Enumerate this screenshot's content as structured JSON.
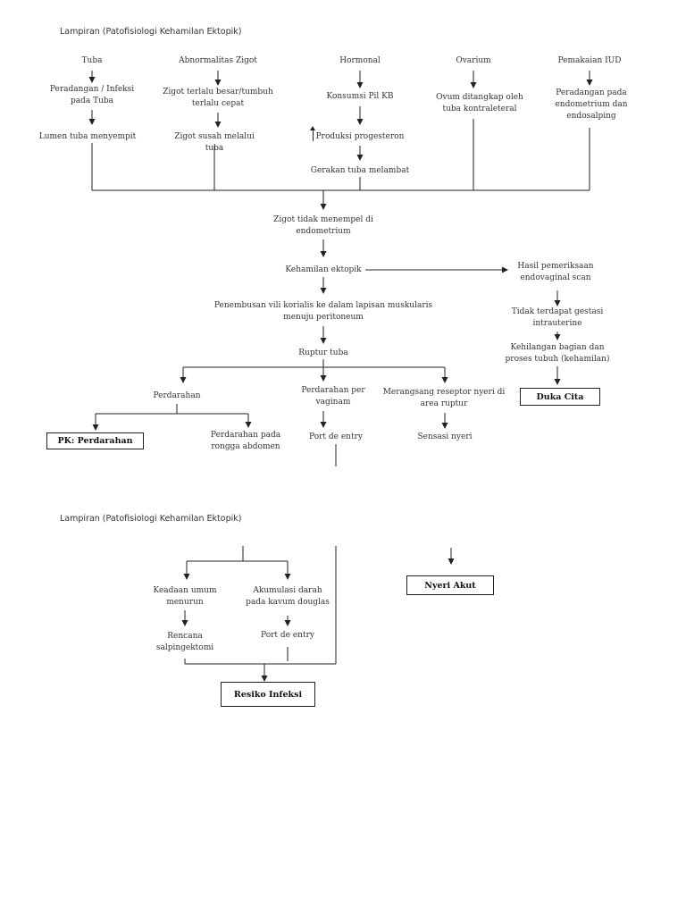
{
  "header_1": "Lampiran (Patofisiologi Kehamilan Ektopik)",
  "header_2": "Lampiran (Patofisiologi Kehamilan Ektopik)",
  "nodes": {
    "tuba": "Tuba",
    "peradangan_tuba": "Peradangan / Infeksi pada Tuba",
    "lumen_tuba": "Lumen tuba menyempit",
    "abnormalitas_zigot": "Abnormalitas Zigot",
    "zigot_besar": "Zigot terlalu besar/tumbuh terlalu cepat",
    "zigot_susah": "Zigot susah melalui tuba",
    "hormonal": "Hormonal",
    "konsumsi_pil": "Konsumsi Pil KB",
    "produksi_progesteron": "Produksi progesteron",
    "gerakan_tuba": "Gerakan tuba melambat",
    "ovarium": "Ovarium",
    "ovum_ditangkap": "Ovum ditangkap oleh tuba kontraleteral",
    "pemakaian_iud": "Pemakaian IUD",
    "peradangan_endometrium": "Peradangan pada endometrium dan endosalping",
    "zigot_tidak_menempel": "Zigot tidak menempel di endometrium",
    "kehamilan_ektopik": "Kehamilan ektopik",
    "hasil_pemeriksaan": "Hasil pemeriksaan endovaginal scan",
    "tidak_terdapat_gestasi": "Tidak terdapat gestasi intrauterine",
    "kehilangan_bagian": "Kehilangan bagian dan proses tubuh (kehamilan)",
    "penembusan_vili": "Penembusan vili korialis ke dalam lapisan muskularis menuju peritoneum",
    "ruptur_tuba": "Ruptur tuba",
    "perdarahan": "Perdarahan",
    "perdarahan_vaginam": "Perdarahan per vaginam",
    "merangsang_reseptor": "Merangsang reseptor nyeri di area ruptur",
    "perdarahan_abdomen": "Perdarahan pada rongga abdomen",
    "port_de_entry_1": "Port de entry",
    "sensasi_nyeri": "Sensasi nyeri",
    "keadaan_umum": "Keadaan umum menurun",
    "rencana_salpingektomi": "Rencana salpingektomi",
    "akumulasi_darah": "Akumulasi darah pada kavum douglas",
    "port_de_entry_2": "Port de entry"
  },
  "diagnoses": {
    "duka_cita": "Duka Cita",
    "pk_perdarahan": "PK: Perdarahan",
    "nyeri_akut": "Nyeri Akut",
    "resiko_infeksi": "Resiko Infeksi"
  },
  "colors": {
    "line": "#222222",
    "text": "#333333",
    "background": "#ffffff"
  }
}
